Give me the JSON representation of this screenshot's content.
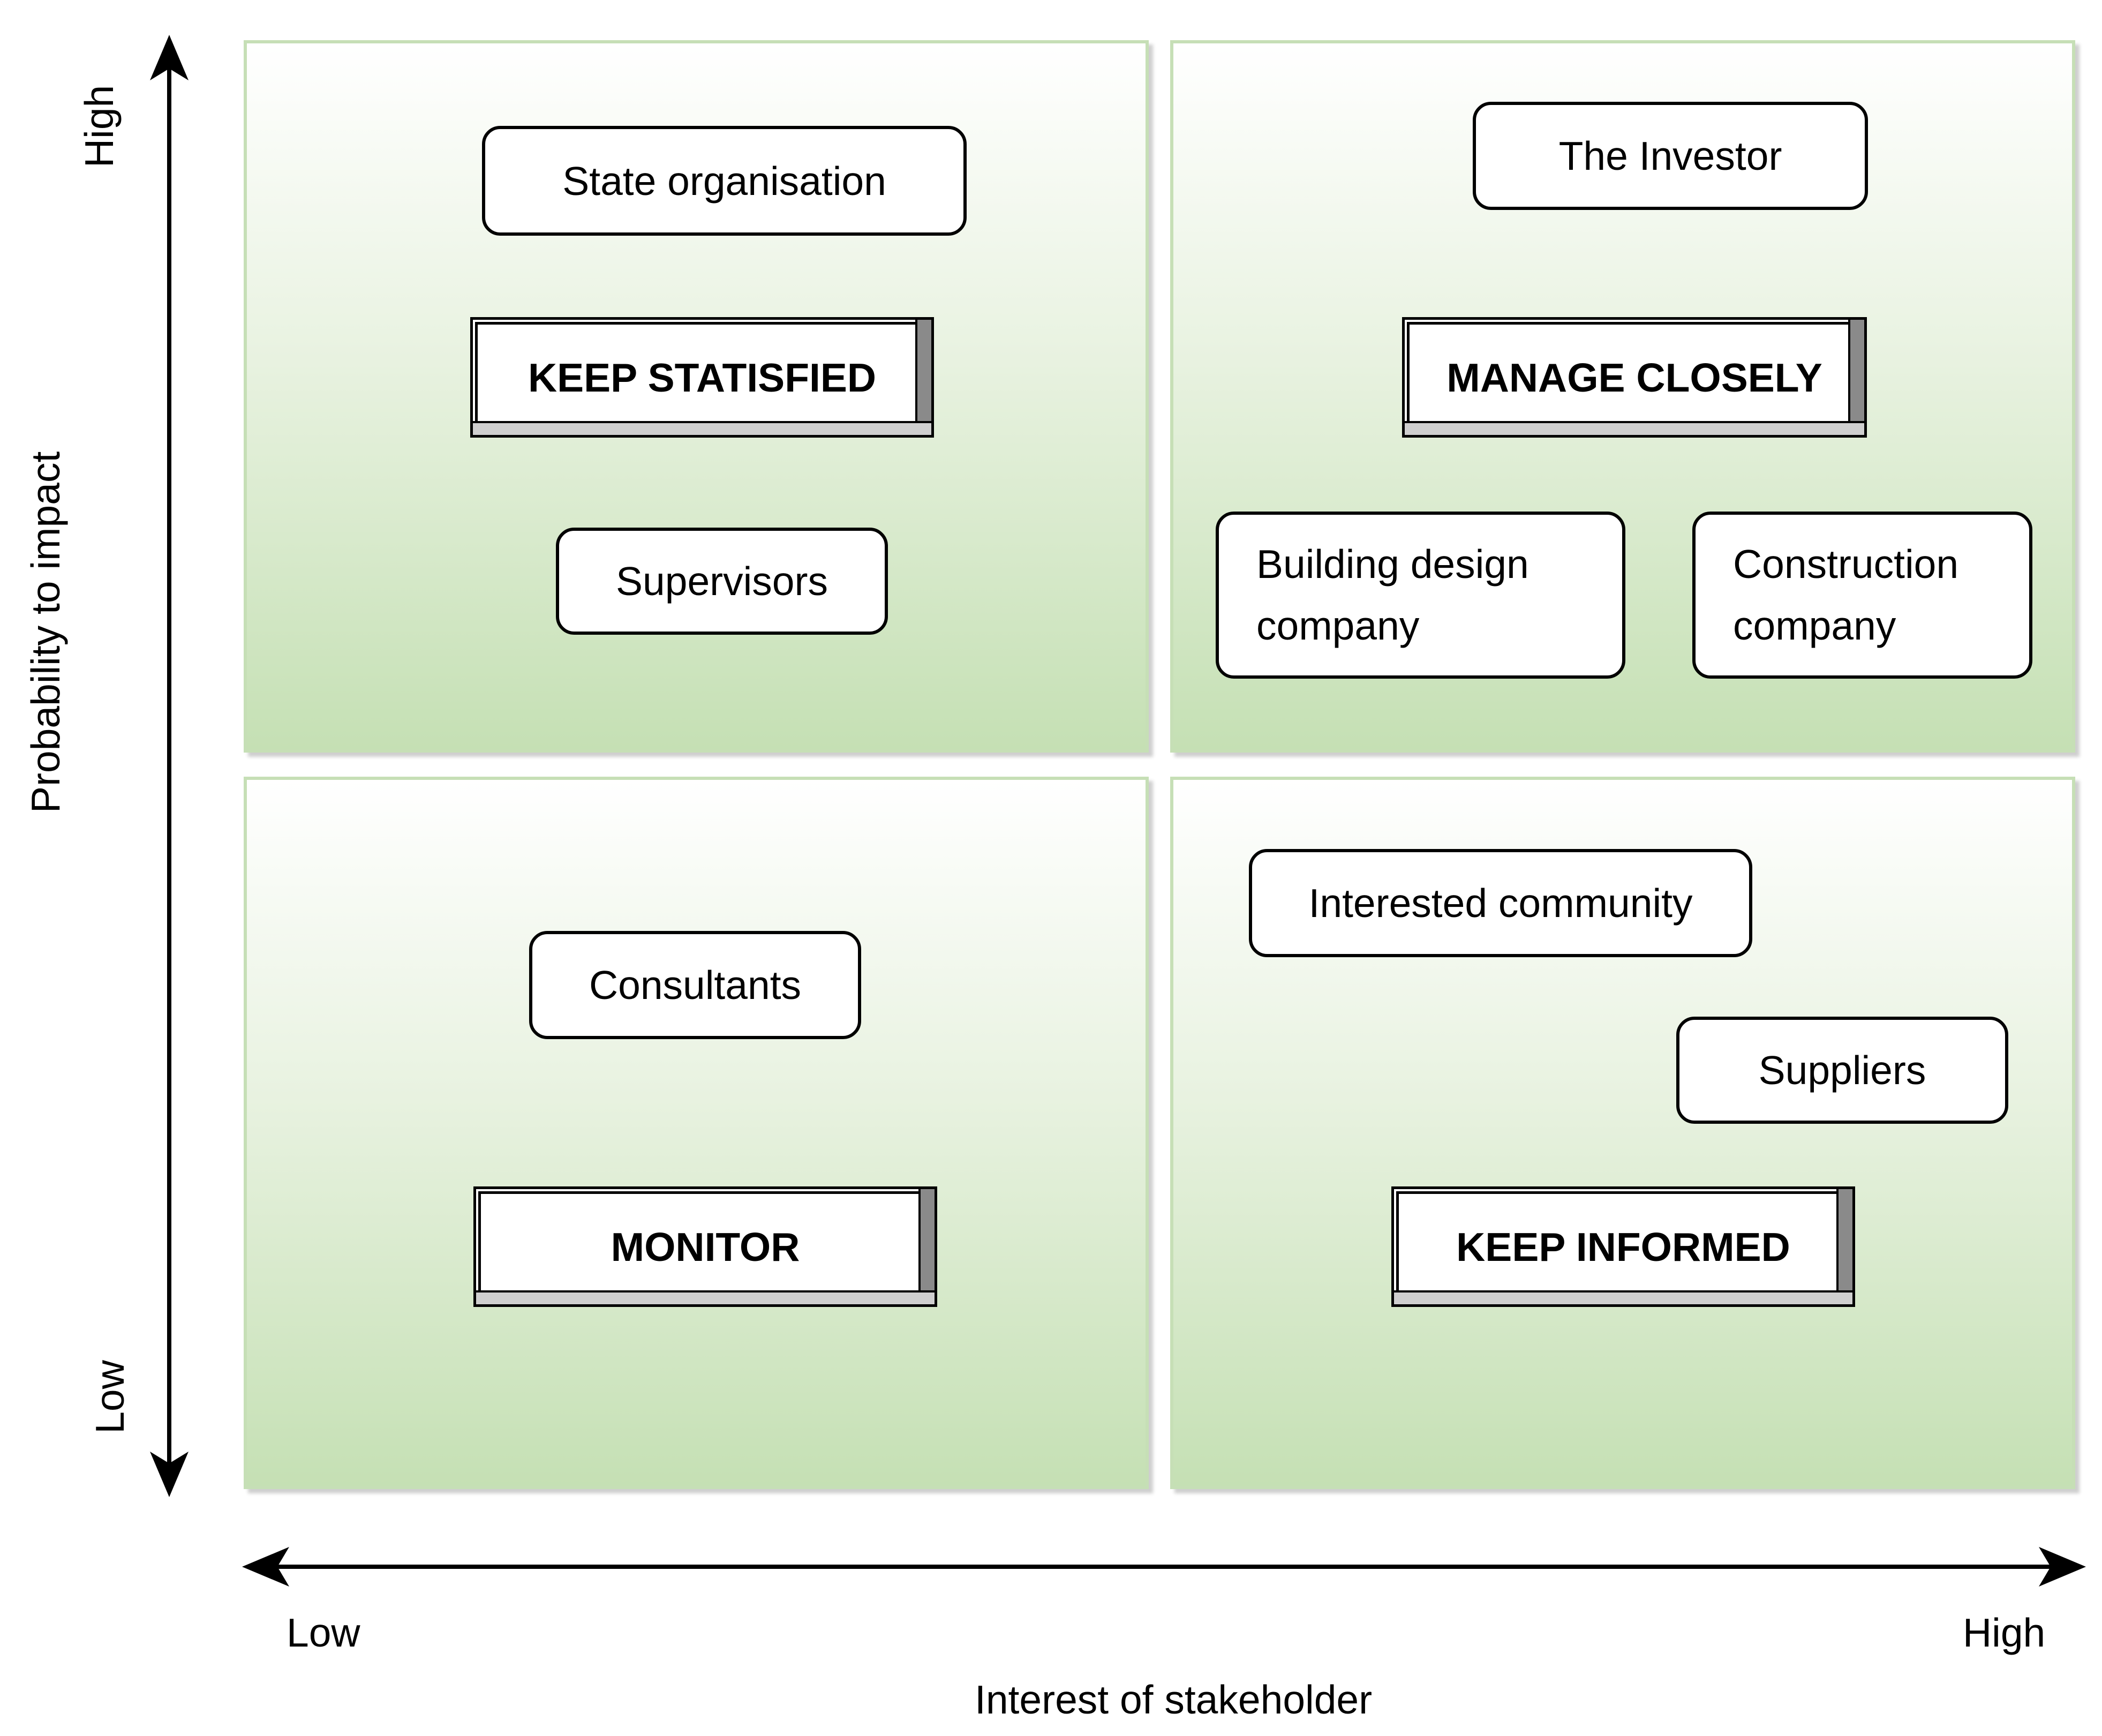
{
  "quadrants": {
    "top_left": {
      "strategy": "KEEP STATISFIED",
      "stakeholders": [
        "State organisation",
        "Supervisors"
      ]
    },
    "top_right": {
      "strategy": "MANAGE CLOSELY",
      "stakeholders": [
        "The Investor",
        "Building design company",
        "Construction company"
      ]
    },
    "bottom_left": {
      "strategy": "MONITOR",
      "stakeholders": [
        "Consultants"
      ]
    },
    "bottom_right": {
      "strategy": "KEEP INFORMED",
      "stakeholders": [
        "Interested community",
        "Suppliers"
      ]
    }
  },
  "y_axis": {
    "label": "Probability to impact",
    "high": "High",
    "low": "Low"
  },
  "x_axis": {
    "label": "Interest of stakeholder",
    "low": "Low",
    "high": "High"
  }
}
